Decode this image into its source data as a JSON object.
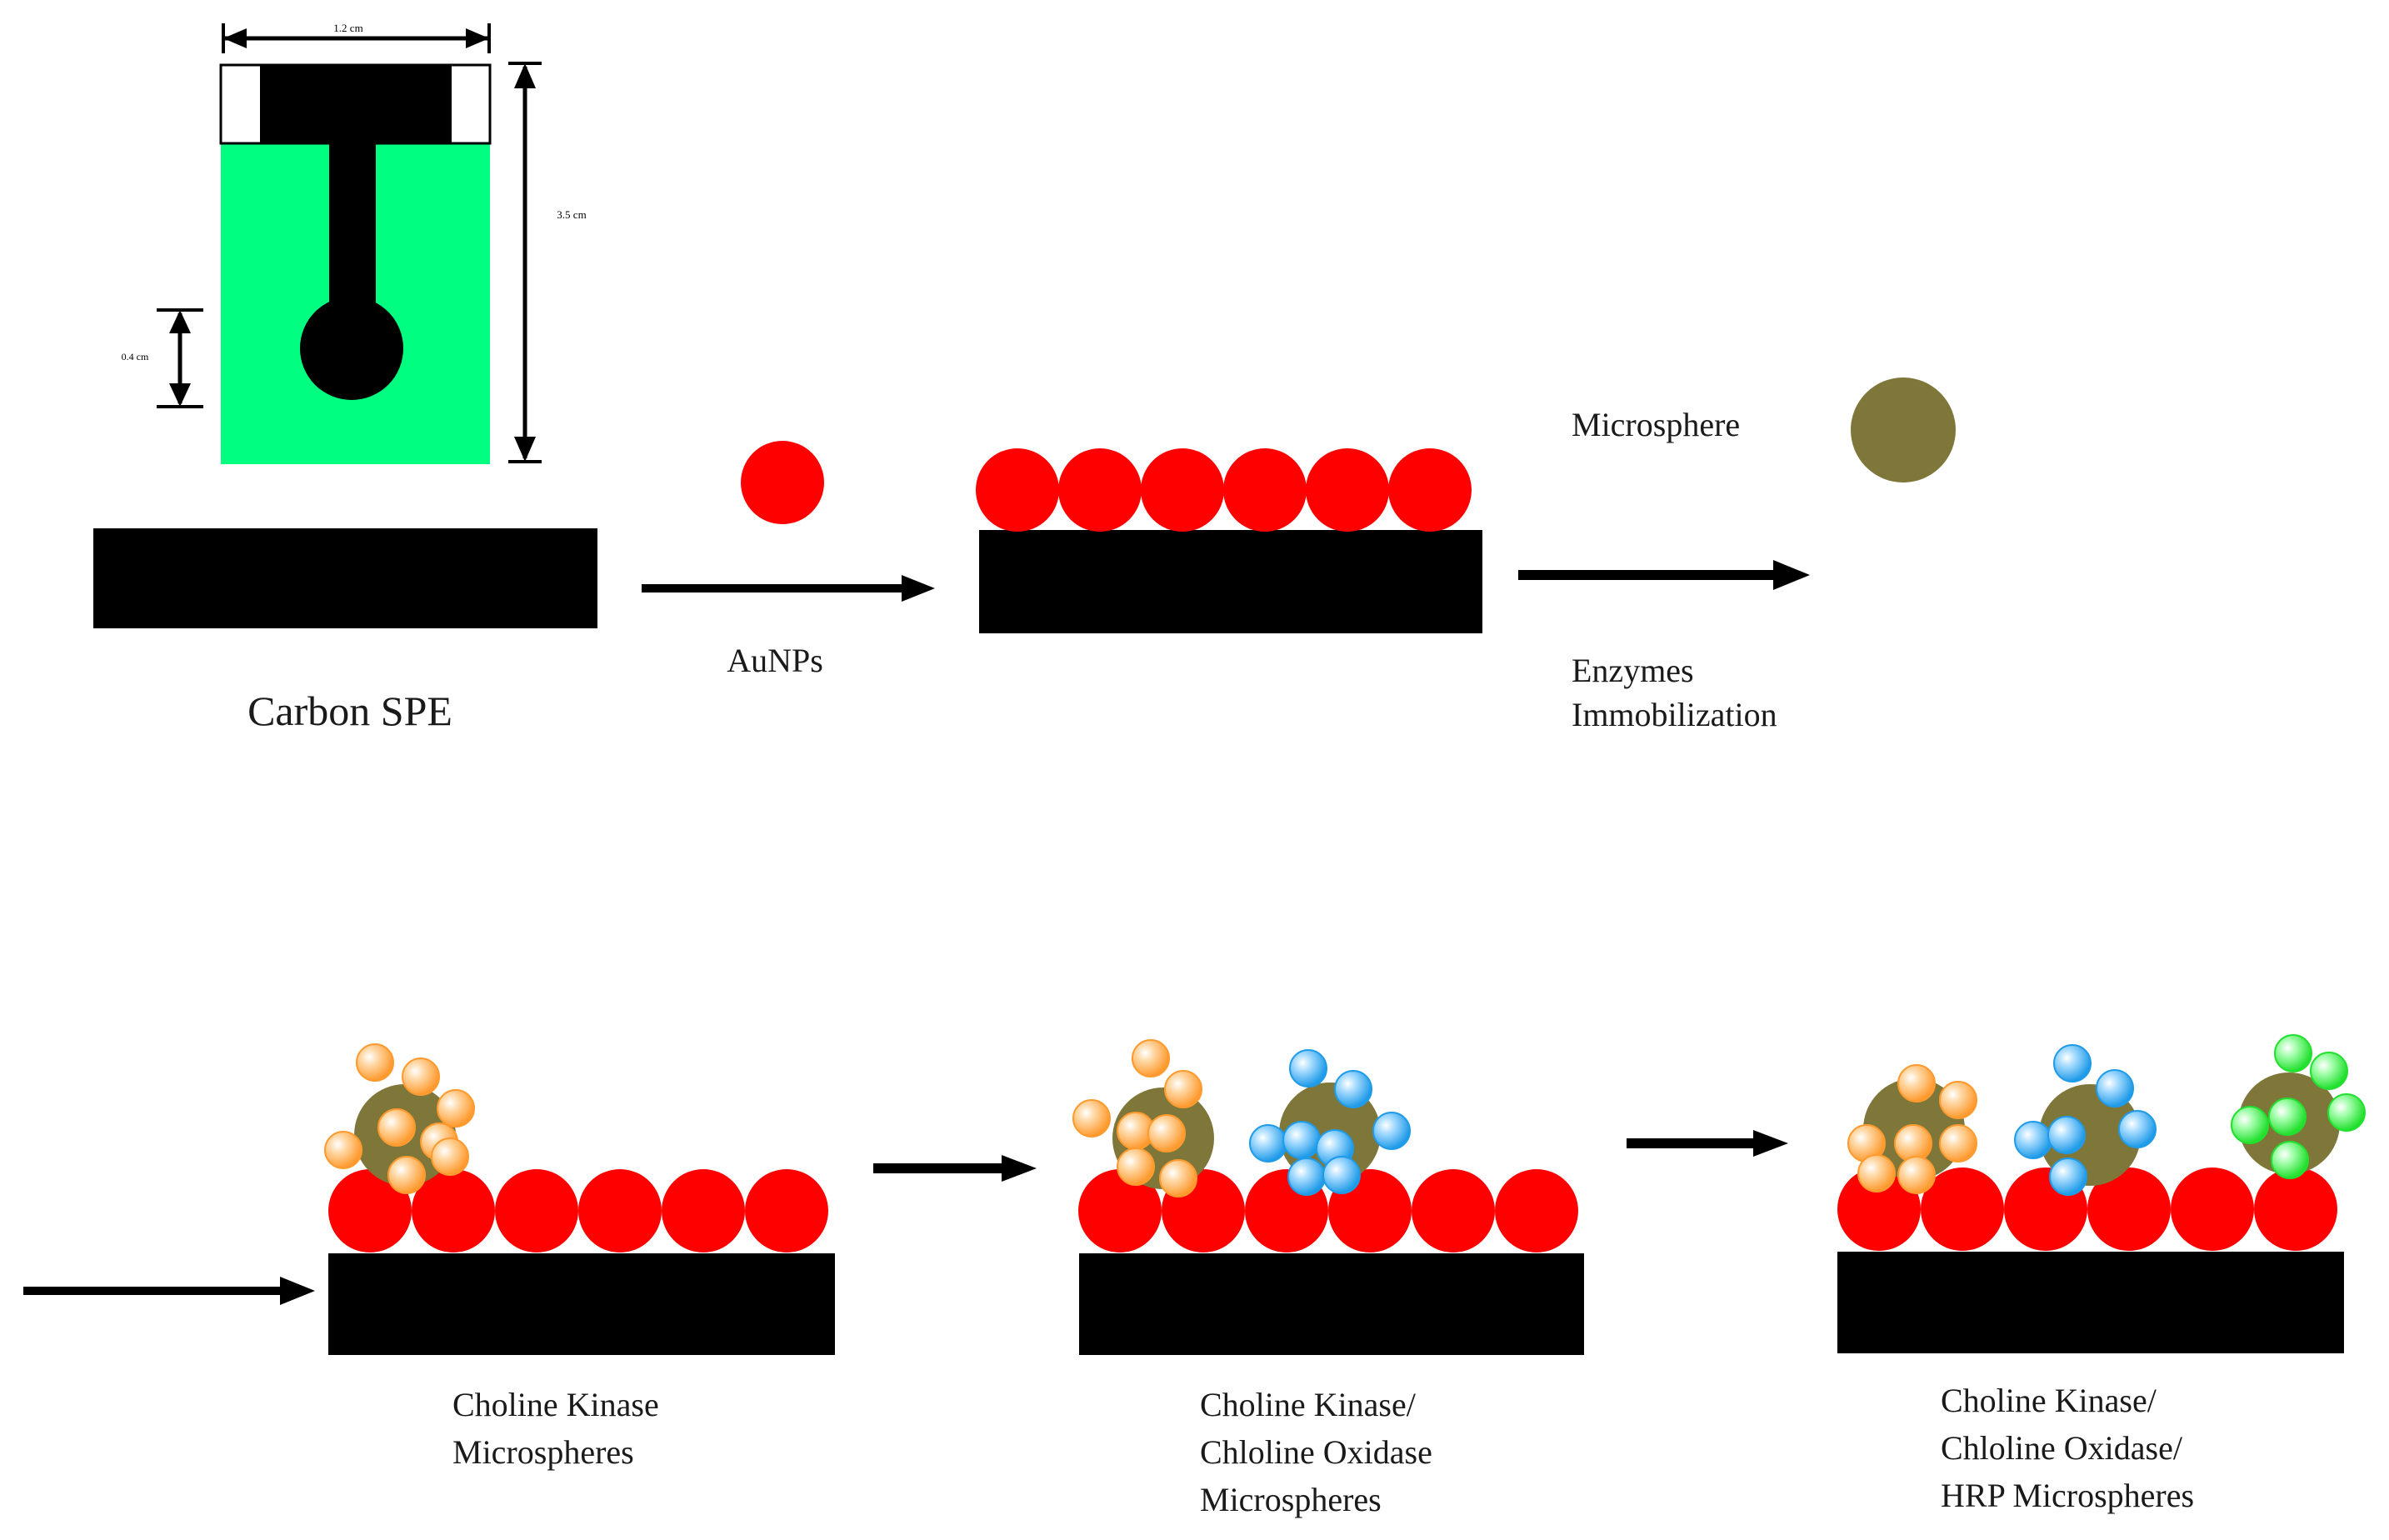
{
  "labels": {
    "carbon_spe": "Carbon SPE",
    "aunps": "AuNPs",
    "microsphere": "Microsphere",
    "enzymes_line1": "Enzymes",
    "enzymes_line2": "Immobilization",
    "panel1_line1": "Choline Kinase",
    "panel1_line2": "Microspheres",
    "panel2_line1": "Choline Kinase/",
    "panel2_line2": "Chloline Oxidase",
    "panel2_line3": "Microspheres",
    "panel3_line1": "Choline Kinase/",
    "panel3_line2": "Chloline Oxidase/",
    "panel3_line3": "HRP Microspheres"
  },
  "dimensions": {
    "width_label": "1.2 cm",
    "height_label": "3.5 cm",
    "diameter_label": "0.4 cm"
  },
  "colors": {
    "electrode_body": "#00ff80",
    "carbon": "#000000",
    "gold_nanoparticle": "#ff0000",
    "microsphere": "#7f773a",
    "choline_kinase": "#ff9a2e",
    "choline_oxidase": "#1f9be8",
    "hrp": "#22e02e"
  }
}
